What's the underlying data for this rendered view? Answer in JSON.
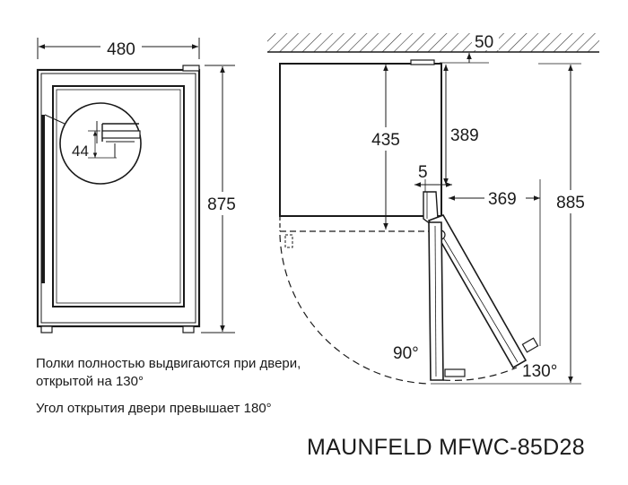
{
  "front_view": {
    "width": "480",
    "height": "875",
    "detail_value": "44"
  },
  "side_view": {
    "top_gap": "50",
    "depth": "435",
    "door_offset": "389",
    "hinge_gap": "5",
    "door_clearance": "369",
    "overall_depth": "885",
    "angle_90": "90°",
    "angle_130": "130°"
  },
  "notes": {
    "line1": "Полки полностью выдвигаются при двери,",
    "line2": "открытой на 130°",
    "line3": "Угол открытия двери превышает 180°"
  },
  "model": "MAUNFELD MFWC-85D28"
}
